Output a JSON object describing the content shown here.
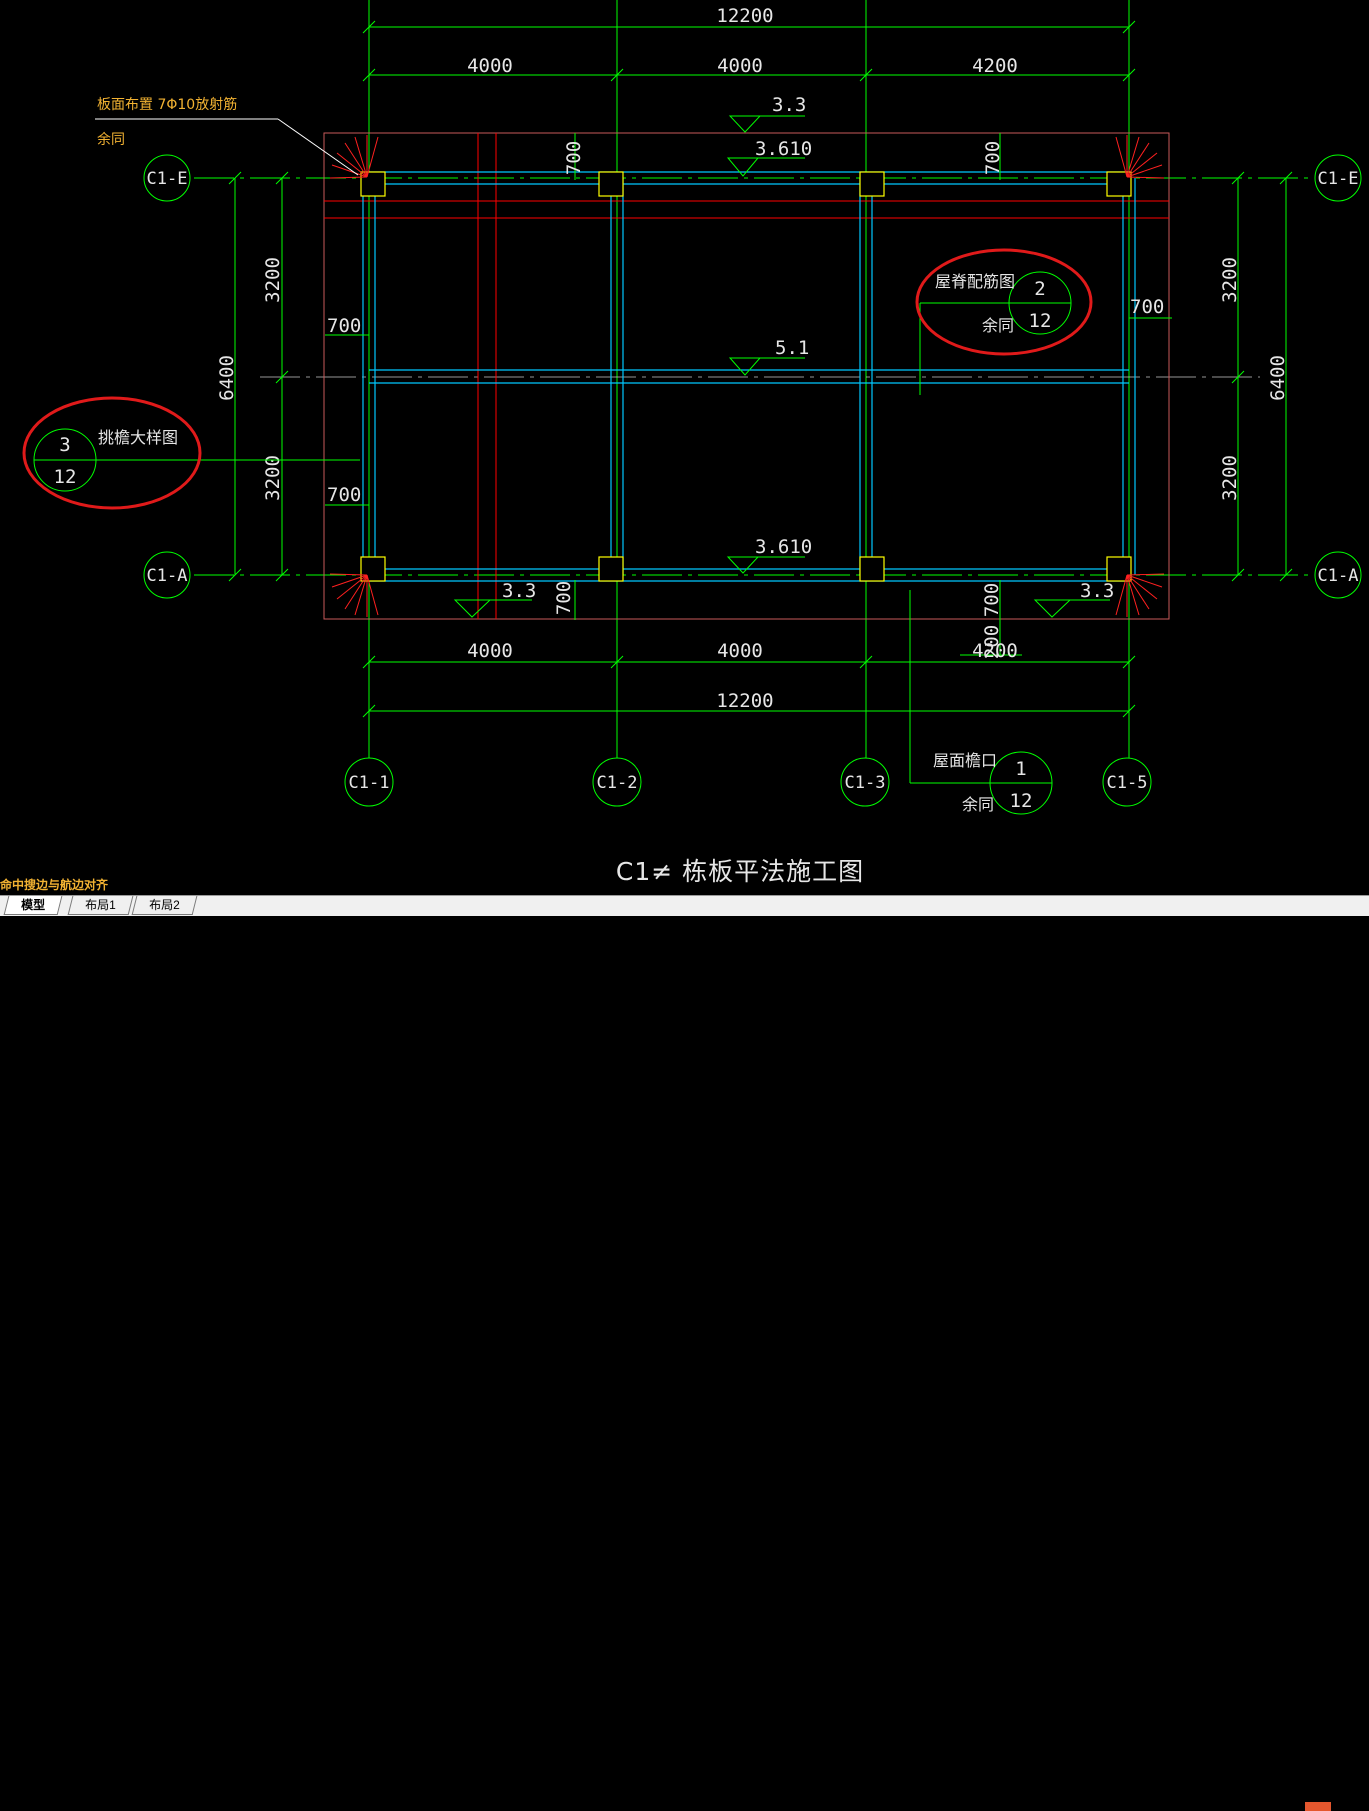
{
  "drawing": {
    "title": "C1≠ 栋板平法施工图",
    "dimensions": {
      "top_total": "12200",
      "top_spans": [
        "4000",
        "4000",
        "4200"
      ],
      "bottom_spans": [
        "4000",
        "4000",
        "4200"
      ],
      "bottom_total": "12200",
      "left_outer": "6400",
      "left_inner": [
        "3200",
        "3200"
      ],
      "right_outer": "6400",
      "right_inner": [
        "3200",
        "3200"
      ],
      "overhang_labels": [
        "700",
        "700",
        "700",
        "700",
        "700",
        "700",
        "700"
      ],
      "bottom_overlap_text": "200"
    },
    "elevations": {
      "top_outer": "3.3",
      "top_inner": "3.610",
      "ridge": "5.1",
      "bottom_inner": "3.610",
      "bottom_left": "3.3",
      "bottom_right": "3.3"
    },
    "axes": {
      "rows": [
        "C1-E",
        "C1-A"
      ],
      "columns": [
        "C1-1",
        "C1-2",
        "C1-3",
        "C1-5"
      ]
    },
    "notes": {
      "rebar_note": "板面布置 7Φ10放射筋",
      "rebar_note_sub": "余同"
    },
    "details": [
      {
        "label": "挑檐大样图",
        "sub": "",
        "num": "3",
        "sheet": "12"
      },
      {
        "label": "屋脊配筋图",
        "sub": "余同",
        "num": "2",
        "sheet": "12"
      },
      {
        "label": "屋面檐口",
        "sub": "余同",
        "num": "1",
        "sheet": "12"
      }
    ],
    "colors": {
      "background": "#000000",
      "dimension": "#00ff00",
      "beam": "#00c8ff",
      "red_line": "#ff0000",
      "outline": "#c85a5a",
      "column": "#ffff00",
      "highlight": "#e01a1a",
      "note": "#f2b232"
    }
  },
  "status": {
    "overlay_text": "命中搜边与航边对齐"
  },
  "tabs": [
    {
      "label": "模型",
      "active": true
    },
    {
      "label": "布局1",
      "active": false
    },
    {
      "label": "布局2",
      "active": false
    }
  ]
}
